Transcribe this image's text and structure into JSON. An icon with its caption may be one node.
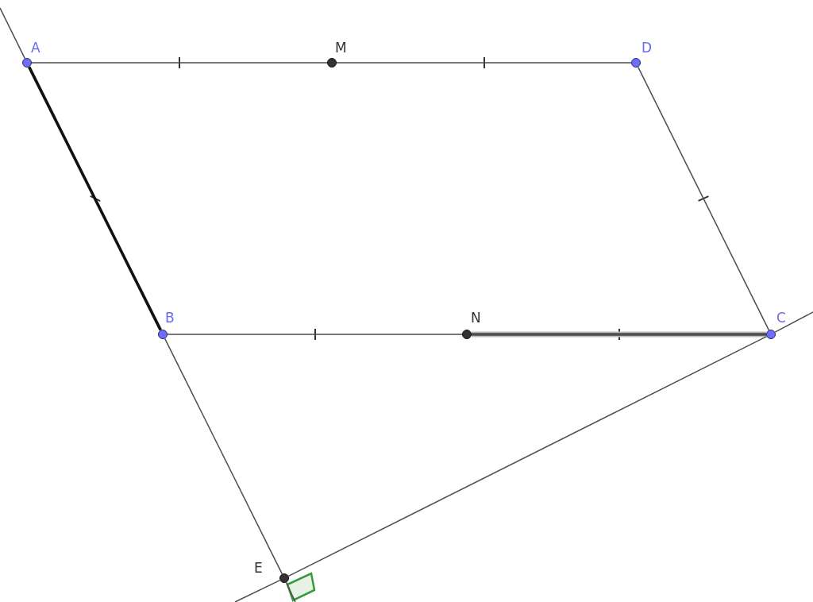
{
  "diagram": {
    "nodes": [
      {
        "text": [
          "A"
        ]
      },
      {
        "text": [
          "M"
        ]
      },
      {
        "text": [
          "D"
        ]
      },
      {
        "text": [
          "B"
        ]
      },
      {
        "text": [
          "N"
        ]
      },
      {
        "text": [
          "C"
        ]
      },
      {
        "text": [
          "E"
        ]
      }
    ],
    "edges": [
      {
        "from": 0,
        "to": 1,
        "arrow": "none"
      },
      {
        "from": 1,
        "to": 2,
        "arrow": "none"
      },
      {
        "from": 0,
        "to": 3,
        "arrow": "none",
        "style": "thick",
        "color": "#111111"
      },
      {
        "from": 2,
        "to": 5,
        "arrow": "none"
      },
      {
        "from": 3,
        "to": 4,
        "arrow": "none"
      },
      {
        "from": 4,
        "to": 5,
        "arrow": "none",
        "style": "thick"
      },
      {
        "from": 3,
        "to": 6,
        "arrow": "none"
      },
      {
        "from": 6,
        "to": 5,
        "arrow": "none"
      },
      {
        "from": null,
        "to": 0,
        "arrow": "none"
      },
      {
        "from": 6,
        "to": null,
        "arrow": "none"
      },
      {
        "from": null,
        "to": 6,
        "arrow": "none"
      },
      {
        "from": 5,
        "to": null,
        "arrow": "none"
      }
    ]
  }
}
